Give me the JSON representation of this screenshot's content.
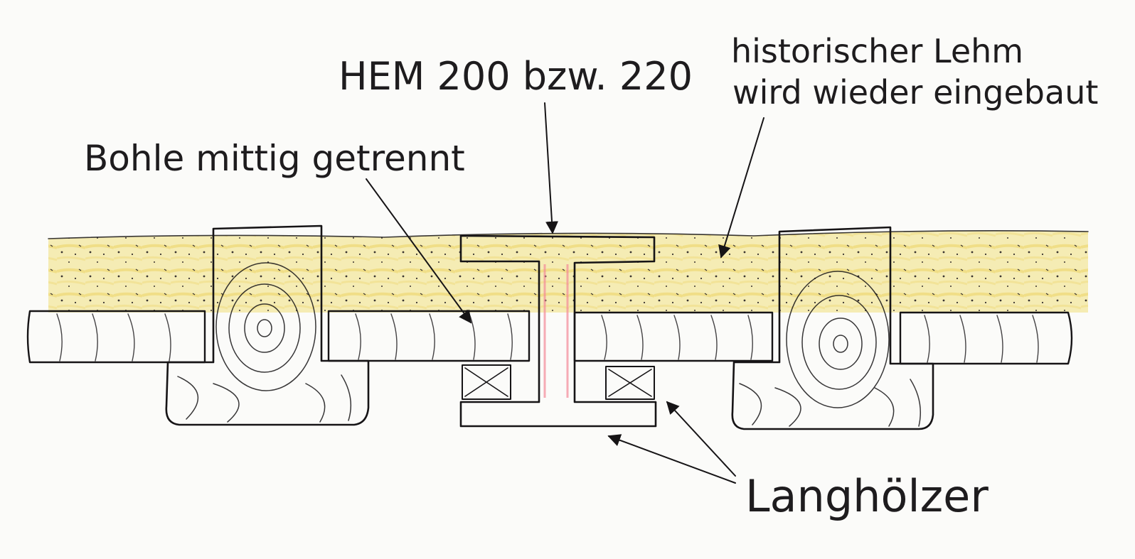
{
  "diagram": {
    "labels": {
      "hem": "HEM 200 bzw. 220",
      "bohle": "Bohle mittig getrennt",
      "lehm_line1": "historischer Lehm",
      "lehm_line2": "wird wieder eingebaut",
      "langhoelzer": "Langhölzer"
    },
    "colors": {
      "paper": "#fbfbf9",
      "clay": "#f3e7a0",
      "clay_deep": "#e8cf62",
      "wood": "#6e4432",
      "wood_dark": "#4f2e22",
      "steel": "#ec5d72",
      "batten": "#d9a84a",
      "ink": "#161416"
    },
    "icons": {
      "pointer": "arrow-icon",
      "steel_beam": "i-beam-icon",
      "batten": "cross-batten-icon",
      "timber_beam": "timber-beam-icon"
    }
  }
}
